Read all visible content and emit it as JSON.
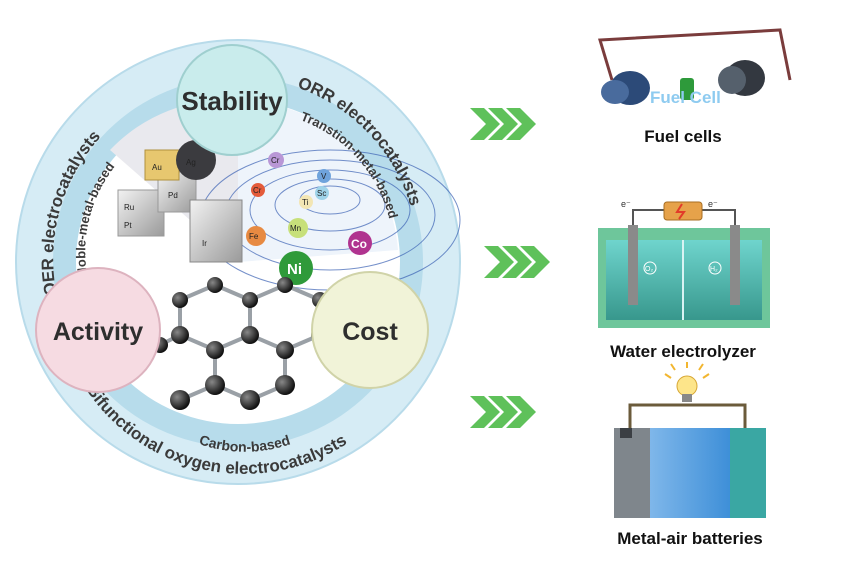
{
  "ring": {
    "oer": "OER electrocatalysts",
    "orr": "ORR electrocatalysts",
    "bifunctional": "Bifunctional oxygen electrocatalysts"
  },
  "inner_ring": {
    "noble": "Noble-metal-based",
    "transition": "Transtion-metal-based",
    "carbon": "Carbon-based"
  },
  "nodes": {
    "stability": "Stability",
    "activity": "Activity",
    "cost": "Cost"
  },
  "noble_metals": [
    "Au",
    "Ag",
    "Ru",
    "Pd",
    "Pt",
    "Ir"
  ],
  "transition_metals": [
    "Cr",
    "V",
    "Sc",
    "Ti",
    "Cr",
    "Mn",
    "Fe",
    "Co",
    "Ni"
  ],
  "applications": {
    "fuel_cells": "Fuel cells",
    "fuel_cell_label": "Fuel Cell",
    "water_electrolyzer": "Water electrolyzer",
    "metal_air_batteries": "Metal-air batteries",
    "electrolyzer_minus": "e⁻",
    "electrolyzer_plus": "e⁻",
    "o2": "O₂",
    "h2": "H₂"
  },
  "colors": {
    "ring_outer": "#cfe8f2",
    "ring_inner": "#a9d3e6",
    "stability": "#c9ecec",
    "activity": "#f6dbe2",
    "cost": "#f1f3d8",
    "arrow": "#5fc15a",
    "ni": "#2f9a3a",
    "co": "#b0338f"
  }
}
